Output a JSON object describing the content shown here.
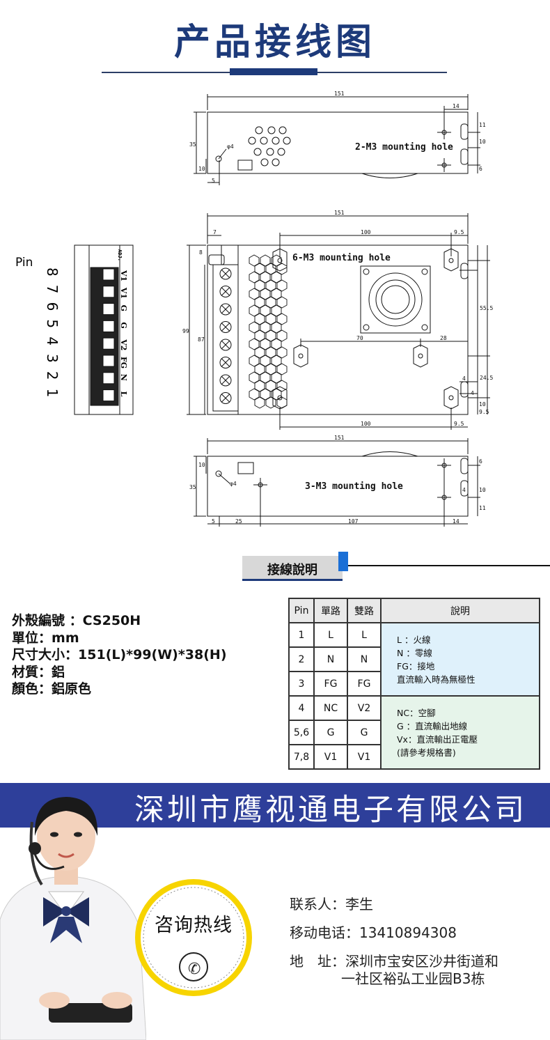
{
  "header": {
    "title": "产品接线图"
  },
  "diagram": {
    "top_view": {
      "width_dim": "151",
      "hole_offset": "14",
      "height_dim": "35",
      "dim_10": "10",
      "dim_5": "5",
      "dim_11": "11",
      "dim_10b": "10",
      "dim_6": "6",
      "hole_dia": "φ4",
      "label": "2-M3 mounting hole"
    },
    "main_view": {
      "width_dim": "151",
      "dim_7": "7",
      "dim_100": "100",
      "dim_95": "9.5",
      "dim_8": "8",
      "dim_99": "99",
      "dim_87": "87",
      "dim_555": "55.5",
      "dim_70": "70",
      "dim_28": "28",
      "dim_245": "24.5",
      "dim_4a": "4",
      "dim_4b": "4",
      "dim_10": "10",
      "dim_95b": "9.5",
      "dim_100b": "100",
      "dim_95c": "9.5",
      "label": "6-M3 mounting hole"
    },
    "bottom_view": {
      "width_dim": "151",
      "dim_10": "10",
      "dim_35": "35",
      "hole_dia": "φ4",
      "dim_5": "5",
      "dim_25": "25",
      "dim_107": "107",
      "dim_14": "14",
      "dim_6": "6",
      "dim_4": "4",
      "dim_10b": "10",
      "dim_11": "11",
      "label": "3-M3 mounting hole"
    },
    "terminal": {
      "pin_label": "Pin",
      "pins": [
        "8",
        "7",
        "6",
        "5",
        "4",
        "3",
        "2",
        "1"
      ],
      "labels": [
        "V1",
        "V1",
        "G",
        "G",
        "V2",
        "FG",
        "N",
        "L"
      ],
      "adj": "ADJ."
    }
  },
  "section": {
    "title": "接線說明"
  },
  "specs": [
    {
      "label": "外殼編號",
      "sep": " ：",
      "value": "CS250H"
    },
    {
      "label": "單位",
      "sep": "：",
      "value": "mm"
    },
    {
      "label": "尺寸大小",
      "sep": "：",
      "value": "151(L)*99(W)*38(H)"
    },
    {
      "label": "材質",
      "sep": "：",
      "value": "鋁"
    },
    {
      "label": "顏色",
      "sep": "：",
      "value": "鋁原色"
    }
  ],
  "table": {
    "headers": [
      "Pin",
      "單路",
      "雙路",
      "說明"
    ],
    "rows": [
      {
        "pin": "1",
        "single": "L",
        "dual": "L"
      },
      {
        "pin": "2",
        "single": "N",
        "dual": "N"
      },
      {
        "pin": "3",
        "single": "FG",
        "dual": "FG"
      },
      {
        "pin": "4",
        "single": "NC",
        "dual": "V2"
      },
      {
        "pin": "5,6",
        "single": "G",
        "dual": "G"
      },
      {
        "pin": "7,8",
        "single": "V1",
        "dual": "V1"
      }
    ],
    "desc1": [
      "L ：火線",
      "N ：零線",
      "FG：接地",
      "直流輸入時為無極性"
    ],
    "desc2": [
      "NC：空腳",
      "G ：直流輸出地線",
      "Vx：直流輸出正電壓",
      "(請參考規格書)"
    ]
  },
  "banner": {
    "company": "深圳市鹰视通电子有限公司"
  },
  "contact": {
    "badge": "咨询热线",
    "person_label": "联系人：",
    "person": "李生",
    "phone_label": "移动电话：",
    "phone": "13410894308",
    "address_label": "地　址：",
    "address_line1": "深圳市宝安区沙井街道和",
    "address_line2": "一社区裕弘工业园B3栋"
  }
}
